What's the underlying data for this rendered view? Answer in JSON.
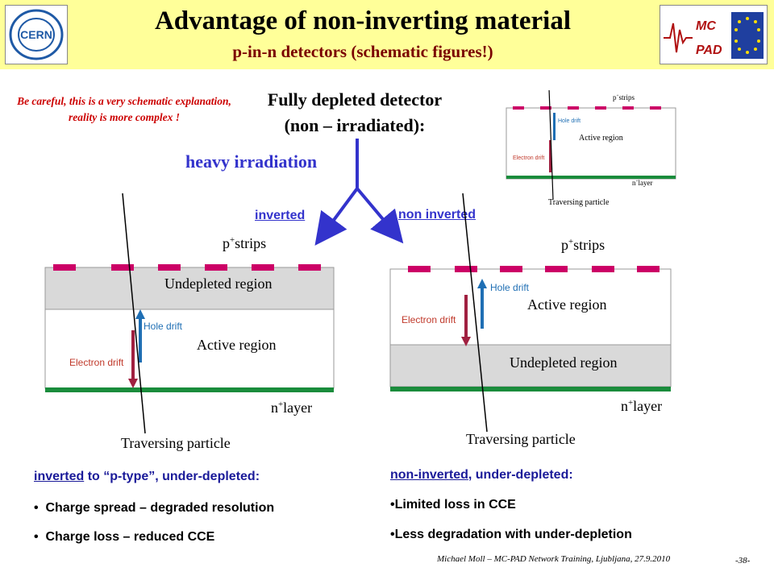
{
  "header": {
    "title": "Advantage of non-inverting material",
    "subtitle": "p-in-n detectors  (schematic figures!)",
    "logo_left": "CERN",
    "logo_right_top": "MC",
    "logo_right_bottom": "PAD"
  },
  "warning": "Be careful, this is a very schematic explanation, reality is more complex !",
  "fully_depleted": {
    "line1": "Fully depleted detector",
    "line2": "(non – irradiated):"
  },
  "heavy_irradiation": "heavy irradiation",
  "branch_labels": {
    "inverted": "inverted",
    "non_inverted": "non inverted"
  },
  "diagram_labels": {
    "p_strips_p": "p",
    "p_strips_sup": "+",
    "p_strips_rest": "strips",
    "n_layer_n": "n",
    "n_layer_sup": "+",
    "n_layer_rest": "layer",
    "undepleted": "Undepleted region",
    "active": "Active region",
    "hole_drift": "Hole drift",
    "electron_drift": "Electron drift",
    "traversing": "Traversing particle"
  },
  "bottom_left": {
    "heading_underlined": "inverted",
    "heading_rest": " to “p-type”, under-depleted:",
    "bullets": [
      "Charge spread – degraded resolution",
      "Charge loss – reduced CCE"
    ]
  },
  "bottom_right": {
    "heading_underlined": "non-inverted",
    "heading_rest": ", under-depleted:",
    "bullets": [
      "Limited loss in CCE",
      "Less degradation with under-depletion"
    ]
  },
  "footer": "Michael Moll – MC-PAD Network Training, Ljubljana, 27.9.2010",
  "page_number": "-38-",
  "colors": {
    "header_bg": "#ffff99",
    "heading_blue": "#3333cc",
    "strip": "#cc0066",
    "nlayer": "#1a8c3c",
    "undepleted": "#d9d9d9"
  }
}
